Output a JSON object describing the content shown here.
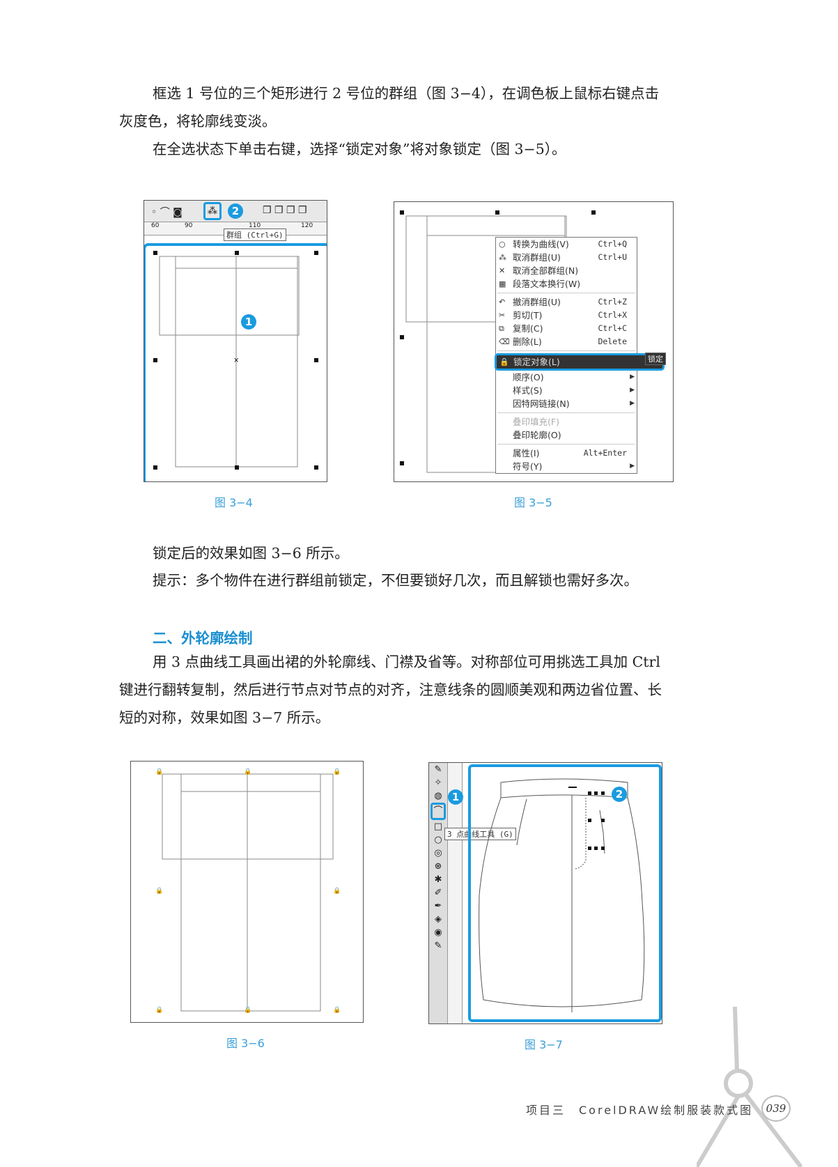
{
  "paragraphs": {
    "p1": "框选 1 号位的三个矩形进行 2 号位的群组（图 3−4），在调色板上鼠标右键点击灰度色，将轮廓线变淡。",
    "p2": "在全选状态下单击右键，选择“锁定对象”将对象锁定（图 3−5）。",
    "p3": "锁定后的效果如图 3−6 所示。",
    "p4": "提示：多个物件在进行群组前锁定，不但要锁好几次，而且解锁也需好多次。",
    "heading": "二、外轮廓绘制",
    "p5": "用 3 点曲线工具画出裙的外轮廓线、门襟及省等。对称部位可用挑选工具加 Ctrl 键进行翻转复制，然后进行节点对节点的对齐，注意线条的圆顺美观和两边省位置、长短的对称，效果如图 3−7 所示。"
  },
  "fig34": {
    "caption": "图 3−4",
    "tooltip": "群组 (Ctrl+G)",
    "ruler": [
      "60",
      "90",
      "110",
      "120"
    ],
    "badge1": "1",
    "badge2": "2"
  },
  "fig35": {
    "caption": "图 3−5",
    "side_label": "锁定",
    "menu": [
      {
        "icon": "○",
        "label": "转换为曲线(V)",
        "shortcut": "Ctrl+Q"
      },
      {
        "icon": "⁂",
        "label": "取消群组(U)",
        "shortcut": "Ctrl+U"
      },
      {
        "icon": "✕",
        "label": "取消全部群组(N)",
        "shortcut": ""
      },
      {
        "icon": "▦",
        "label": "段落文本换行(W)",
        "shortcut": ""
      },
      {
        "icon": "↶",
        "label": "撤消群组(U)",
        "shortcut": "Ctrl+Z"
      },
      {
        "icon": "✂",
        "label": "剪切(T)",
        "shortcut": "Ctrl+X"
      },
      {
        "icon": "⧉",
        "label": "复制(C)",
        "shortcut": "Ctrl+C"
      },
      {
        "icon": "⌫",
        "label": "删除(L)",
        "shortcut": "Delete"
      },
      {
        "icon": "🔒",
        "label": "锁定对象(L)",
        "shortcut": ""
      },
      {
        "icon": "",
        "label": "顺序(O)",
        "shortcut": ""
      },
      {
        "icon": "",
        "label": "样式(S)",
        "shortcut": ""
      },
      {
        "icon": "",
        "label": "因特网链接(N)",
        "shortcut": ""
      },
      {
        "icon": "",
        "label": "叠印填充(F)",
        "shortcut": ""
      },
      {
        "icon": "",
        "label": "叠印轮廓(O)",
        "shortcut": ""
      },
      {
        "icon": "",
        "label": "属性(I)",
        "shortcut": "Alt+Enter"
      },
      {
        "icon": "",
        "label": "符号(Y)",
        "shortcut": ""
      }
    ]
  },
  "fig36": {
    "caption": "图 3−6"
  },
  "fig37": {
    "caption": "图 3−7",
    "tooltip": "3 点曲线工具 (G)",
    "badge1": "1",
    "badge2": "2"
  },
  "footer": {
    "text": "项目三　CorelDRAW绘制服装款式图",
    "page": "039"
  },
  "colors": {
    "accent": "#1a9be0",
    "caption": "#3aa0d8"
  }
}
